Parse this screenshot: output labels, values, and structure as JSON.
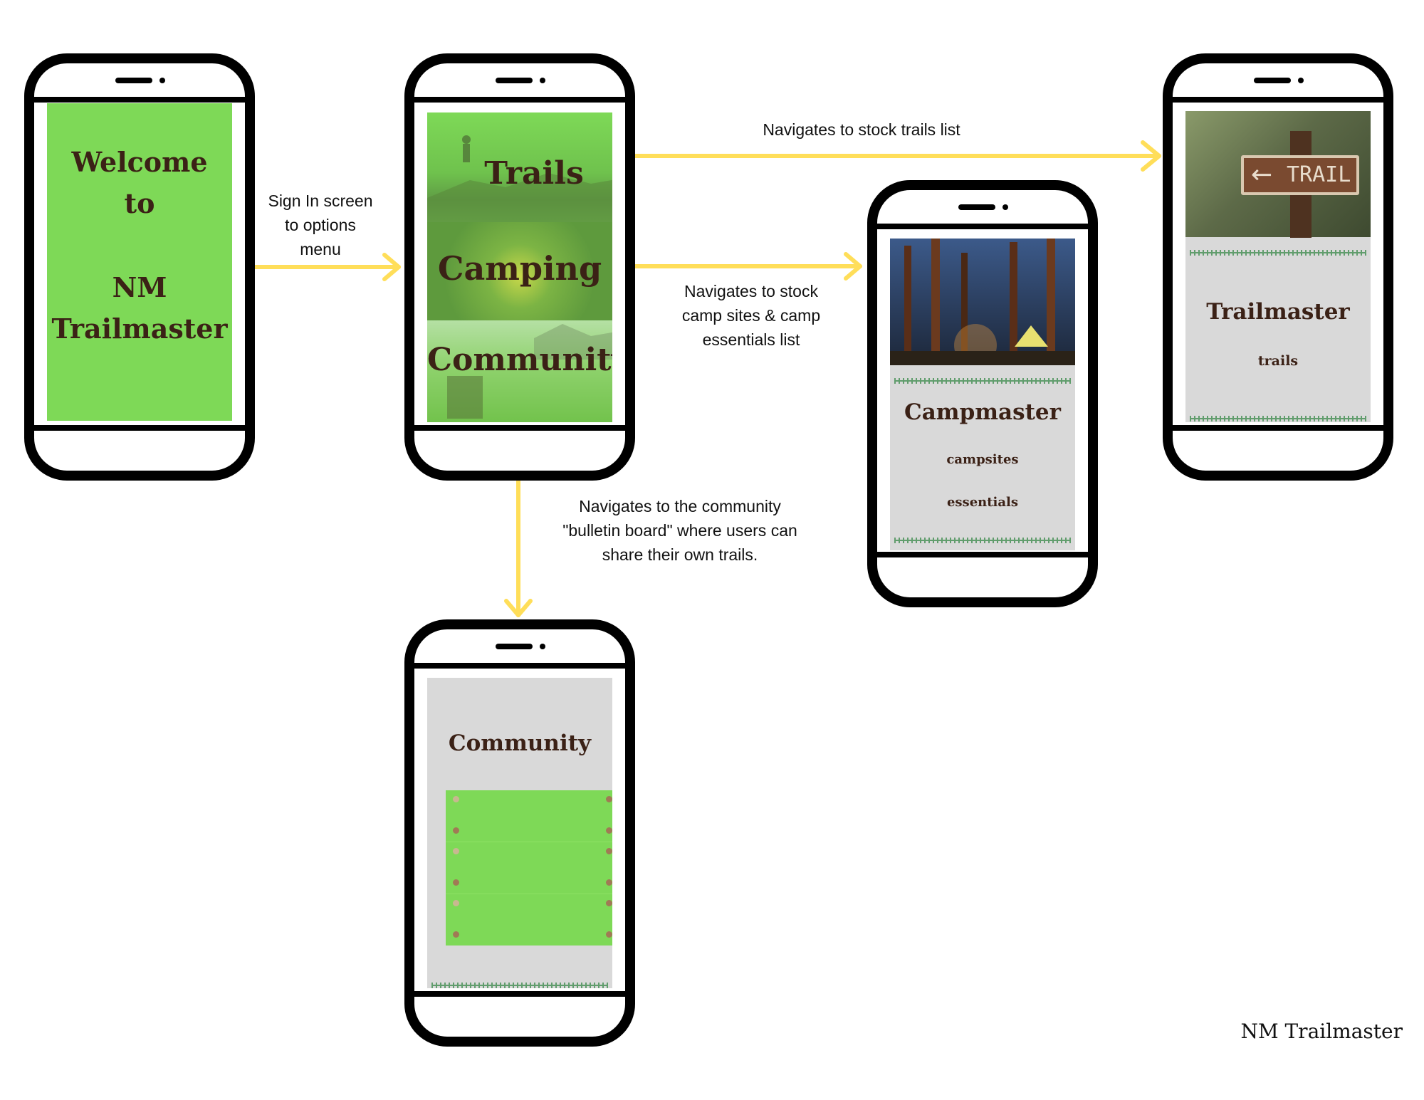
{
  "screens": {
    "welcome": {
      "lines": [
        "Welcome",
        "to",
        "NM",
        "Trailmaster"
      ]
    },
    "menu": {
      "items": [
        "Trails",
        "Camping",
        "Community"
      ]
    },
    "trails": {
      "title": "Trailmaster",
      "items": [
        "trails"
      ],
      "sign_text": "TRAIL"
    },
    "camp": {
      "title": "Campmaster",
      "items": [
        "campsites",
        "essentials"
      ]
    },
    "community": {
      "title": "Community",
      "board_rows": 3
    }
  },
  "arrows": {
    "signin": "Sign In screen to options menu",
    "signin_lines": [
      "Sign In screen",
      "to options",
      "menu"
    ],
    "trails": "Navigates to stock trails list",
    "camp_lines": [
      "Navigates to stock",
      "camp sites & camp",
      "essentials list"
    ],
    "community_lines": [
      "Navigates to the community",
      "\"bulletin board\" where users can",
      "share their own trails."
    ]
  },
  "brand": "NM Trailmaster",
  "colors": {
    "green": "#7ed957",
    "gray": "#d9d9d9",
    "arrow": "#ffde59",
    "text": "#3b2116"
  }
}
